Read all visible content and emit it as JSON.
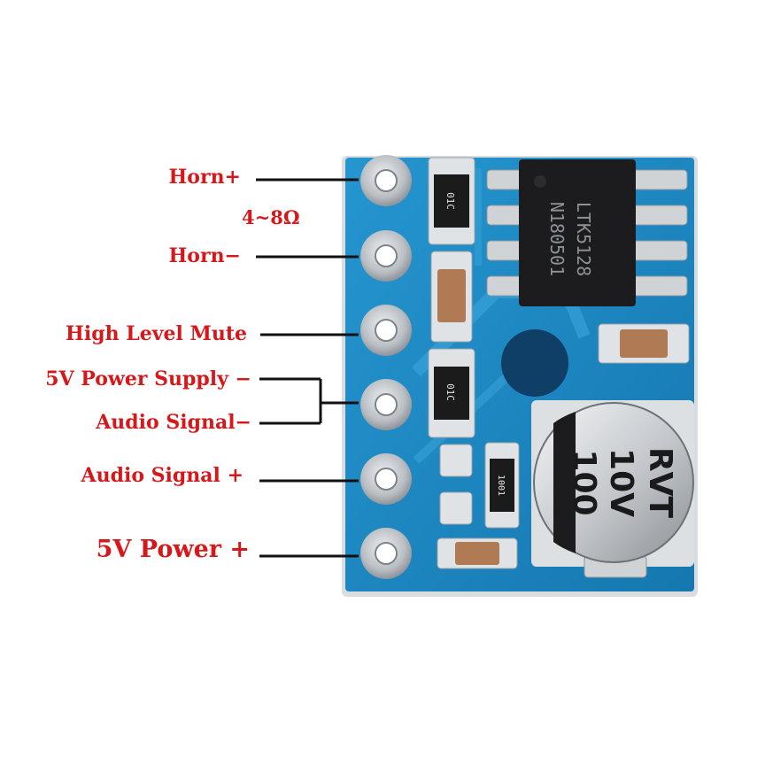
{
  "labels": {
    "horn_plus": "Horn+",
    "impedance": "4~8Ω",
    "horn_minus": "Horn−",
    "mute": "High Level Mute",
    "power_supply_minus": "5V Power Supply −",
    "audio_signal_minus": "Audio Signal−",
    "audio_signal_plus": "Audio Signal +",
    "power_plus": "5V Power +"
  },
  "chip": {
    "line1": "LTK5128",
    "line2": "N180501"
  },
  "capacitor": {
    "line1": "100",
    "line2": "10V",
    "line3": "RVT"
  },
  "resistors": {
    "top": "01C",
    "middle": "01C",
    "vertical": "1001"
  },
  "colors": {
    "label": "#d8171b",
    "pcb": "#1e8fc8",
    "pad": "#c9cdd1"
  }
}
